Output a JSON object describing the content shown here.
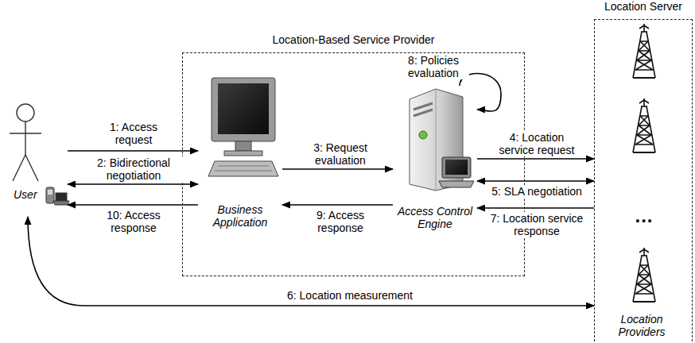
{
  "diagram": {
    "nodes": [
      {
        "text": [
          "User"
        ]
      },
      {
        "text": [
          "Location-Based Service Provider"
        ]
      },
      {
        "text": [
          "Business Application"
        ],
        "in": 1
      },
      {
        "text": [
          "Access Control Engine"
        ],
        "in": 1
      },
      {
        "text": [
          "Location Server"
        ]
      },
      {
        "text": [
          "Location Providers"
        ],
        "in": 4
      }
    ],
    "edges": [
      {
        "from": 0,
        "to": 2,
        "label": "1: Access request",
        "arrow": "to"
      },
      {
        "from": 0,
        "to": 2,
        "label": "2: Bidirectional negotiation",
        "arrow": "both"
      },
      {
        "from": 2,
        "to": 0,
        "label": "10: Access response",
        "arrow": "to"
      },
      {
        "from": 2,
        "to": 3,
        "label": "3: Request evaluation",
        "arrow": "to"
      },
      {
        "from": 3,
        "to": 2,
        "label": "9: Access response",
        "arrow": "to"
      },
      {
        "from": 3,
        "to": 3,
        "label": "8: Policies evaluation",
        "arrow": "to"
      },
      {
        "from": 3,
        "to": 4,
        "label": "4: Location service request",
        "arrow": "to"
      },
      {
        "from": 3,
        "to": 4,
        "label": "5: SLA negotiation",
        "arrow": "both"
      },
      {
        "from": 4,
        "to": 3,
        "label": "7: Location service response",
        "arrow": "to"
      },
      {
        "from": 0,
        "to": 4,
        "label": "6: Location measurement",
        "arrow": "both"
      }
    ],
    "labels": [
      "..."
    ]
  }
}
